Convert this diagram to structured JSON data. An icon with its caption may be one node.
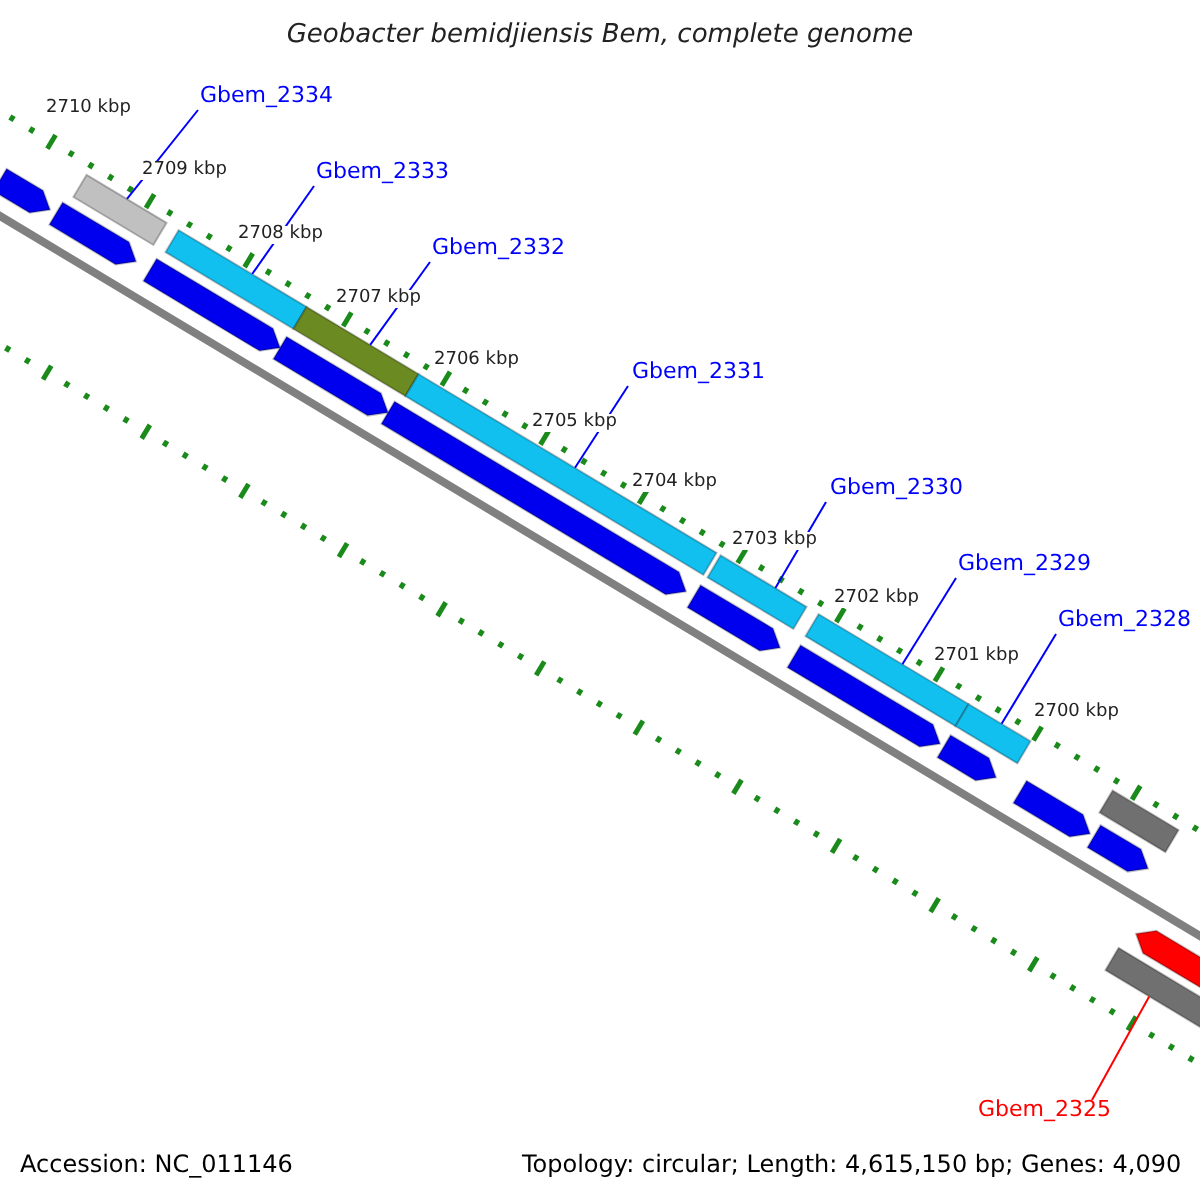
{
  "diagram": {
    "title": "Geobacter bemidjiensis Bem, complete genome",
    "nodes": [
      {
        "text": [
          "Gbem_2334"
        ]
      },
      {
        "text": [
          "Gbem_2333"
        ]
      },
      {
        "text": [
          "Gbem_2332"
        ]
      },
      {
        "text": [
          "Gbem_2331"
        ]
      },
      {
        "text": [
          "Gbem_2330"
        ]
      },
      {
        "text": [
          "Gbem_2329"
        ]
      },
      {
        "text": [
          "Gbem_2328"
        ]
      },
      {
        "text": [
          "Gbem_2325"
        ]
      },
      {
        "text": [],
        "shape": "bar"
      },
      {
        "text": [],
        "shape": "bar"
      },
      {
        "text": [],
        "shape": "bar"
      },
      {
        "text": [],
        "shape": "bar"
      },
      {
        "text": [],
        "shape": "bar"
      },
      {
        "text": [],
        "shape": "bar"
      },
      {
        "text": [],
        "shape": "bar"
      },
      {
        "text": [],
        "shape": "bar"
      },
      {
        "text": [],
        "shape": "bar"
      },
      {
        "text": [],
        "shape": "arrow"
      },
      {
        "text": [],
        "shape": "arrow"
      },
      {
        "text": [],
        "shape": "arrow"
      },
      {
        "text": [],
        "shape": "arrow"
      },
      {
        "text": [],
        "shape": "arrow"
      },
      {
        "text": [],
        "shape": "arrow"
      },
      {
        "text": [],
        "shape": "arrow"
      },
      {
        "text": [],
        "shape": "arrow"
      },
      {
        "text": [],
        "shape": "arrow"
      },
      {
        "text": [],
        "shape": "arrow"
      },
      {
        "text": [],
        "shape": "arrow"
      }
    ],
    "edges": [
      {
        "from": 0,
        "to": 8,
        "arrow": "none"
      },
      {
        "from": 1,
        "to": 9,
        "arrow": "none"
      },
      {
        "from": 2,
        "to": 10,
        "arrow": "none"
      },
      {
        "from": 3,
        "to": 11,
        "arrow": "none"
      },
      {
        "from": 4,
        "to": 12,
        "arrow": "none"
      },
      {
        "from": 5,
        "to": 13,
        "arrow": "none"
      },
      {
        "from": 6,
        "to": 14,
        "arrow": "none"
      },
      {
        "from": 7,
        "to": 15,
        "arrow": "none",
        "color": "#ff0000"
      }
    ],
    "labels": [
      "2710 kbp",
      "2709 kbp",
      "2708 kbp",
      "2707 kbp",
      "2706 kbp",
      "2705 kbp",
      "2704 kbp",
      "2703 kbp",
      "2702 kbp",
      "2701 kbp",
      "2700 kbp",
      "Accession: NC_011146",
      "Topology: circular; Length: 4,615,150 bp; Genes: 4,090"
    ]
  }
}
